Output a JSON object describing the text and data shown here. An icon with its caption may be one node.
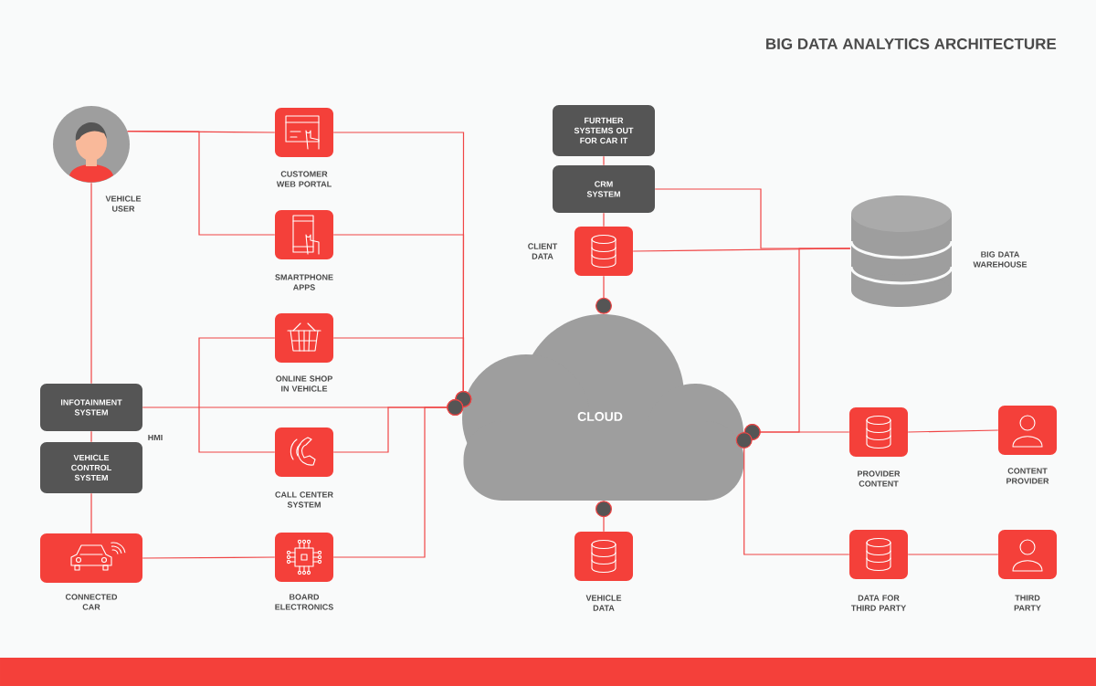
{
  "diagram": {
    "title": "BIG DATA ANALYTICS  ARCHITECTURE",
    "nodes": [
      {
        "text": [
          "VEHICLE USER"
        ]
      },
      {
        "text": [
          "CUSTOMER WEB PORTAL"
        ]
      },
      {
        "text": [
          "SMARTPHONE APPS"
        ]
      },
      {
        "text": [
          "ONLINE SHOP IN VEHICLE"
        ]
      },
      {
        "text": [
          "INFOTAINMENT SYSTEM"
        ]
      },
      {
        "text": [
          "VEHICLE CONTROL SYSTEM"
        ]
      },
      {
        "text": [
          "CALL CENTER SYSTEM"
        ]
      },
      {
        "text": [
          "CONNECTED CAR"
        ]
      },
      {
        "text": [
          "BOARD ELECTRONICS"
        ]
      },
      {
        "text": [
          "FURTHER SYSTEMS OUT FOR CAR IT"
        ]
      },
      {
        "text": [
          "CRM SYSTEM"
        ]
      },
      {
        "text": [
          "CLIENT DATA"
        ]
      },
      {
        "text": [
          "BIG DATA WAREHOUSE"
        ]
      },
      {
        "text": [
          "CLOUD"
        ]
      },
      {
        "text": [
          "PROVIDER CONTENT"
        ]
      },
      {
        "text": [
          "CONTENT PROVIDER"
        ]
      },
      {
        "text": [
          "VEHICLE DATA"
        ]
      },
      {
        "text": [
          "DATA FOR THIRD PARTY"
        ]
      },
      {
        "text": [
          "THIRD PARTY"
        ]
      }
    ],
    "edges": [
      {
        "from": 0,
        "to": 1,
        "arrow": "none"
      },
      {
        "from": 0,
        "to": 2,
        "arrow": "none"
      },
      {
        "from": 0,
        "to": 4,
        "arrow": "none"
      },
      {
        "from": 1,
        "to": 13,
        "arrow": "other"
      },
      {
        "from": 2,
        "to": 13,
        "arrow": "other"
      },
      {
        "from": 3,
        "to": 13,
        "arrow": "other"
      },
      {
        "from": 3,
        "to": 6,
        "arrow": "none"
      },
      {
        "from": 4,
        "to": 13,
        "arrow": "other"
      },
      {
        "from": 6,
        "to": 13,
        "arrow": "other"
      },
      {
        "from": 8,
        "to": 13,
        "arrow": "other"
      },
      {
        "from": 7,
        "to": 8,
        "arrow": "none"
      },
      {
        "from": 4,
        "to": 5,
        "arrow": "none"
      },
      {
        "from": 5,
        "to": 7,
        "arrow": "none"
      },
      {
        "from": 9,
        "to": 10,
        "arrow": "none"
      },
      {
        "from": 10,
        "to": 11,
        "arrow": "none"
      },
      {
        "from": 10,
        "to": 12,
        "arrow": "none"
      },
      {
        "from": 11,
        "to": 12,
        "arrow": "none"
      },
      {
        "from": 11,
        "to": 13,
        "arrow": "other"
      },
      {
        "from": 13,
        "to": 12,
        "arrow": "other"
      },
      {
        "from": 13,
        "to": 14,
        "arrow": "other"
      },
      {
        "from": 14,
        "to": 15,
        "arrow": "none"
      },
      {
        "from": 13,
        "to": 17,
        "arrow": "other"
      },
      {
        "from": 17,
        "to": 18,
        "arrow": "none"
      },
      {
        "from": 13,
        "to": 16,
        "arrow": "other"
      }
    ],
    "labels": [
      "HMI"
    ]
  }
}
